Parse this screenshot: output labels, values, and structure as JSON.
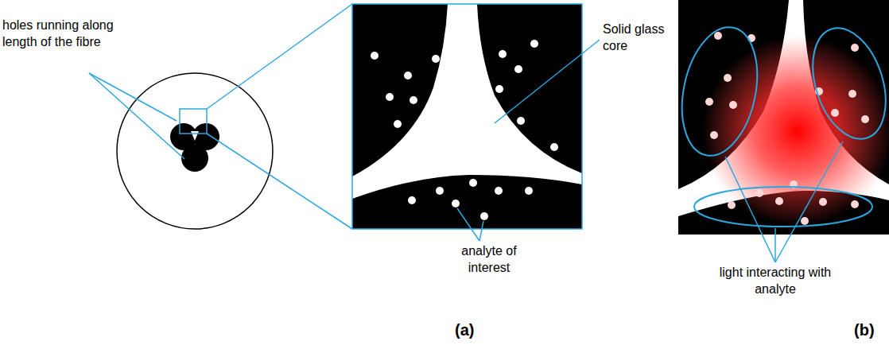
{
  "diagram": {
    "labels": [
      "holes running along length of the fibre",
      "Solid glass core",
      "analyte of interest",
      "light interacting with analyte",
      "(a)",
      "(b)"
    ]
  }
}
